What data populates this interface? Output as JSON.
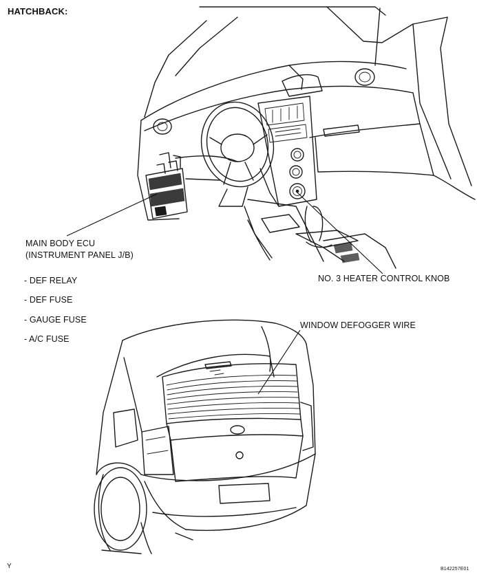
{
  "title": "HATCHBACK:",
  "callouts": {
    "ecu_line1": "MAIN BODY ECU",
    "ecu_line2": "(INSTRUMENT PANEL J/B)",
    "heater_knob": "NO. 3 HEATER CONTROL KNOB",
    "defogger_wire": "WINDOW DEFOGGER WIRE"
  },
  "fuse_list": [
    "- DEF RELAY",
    "- DEF FUSE",
    "- GAUGE FUSE",
    "- A/C FUSE"
  ],
  "footer": {
    "left_mark": "Y",
    "figure_code": "B142257E01"
  }
}
